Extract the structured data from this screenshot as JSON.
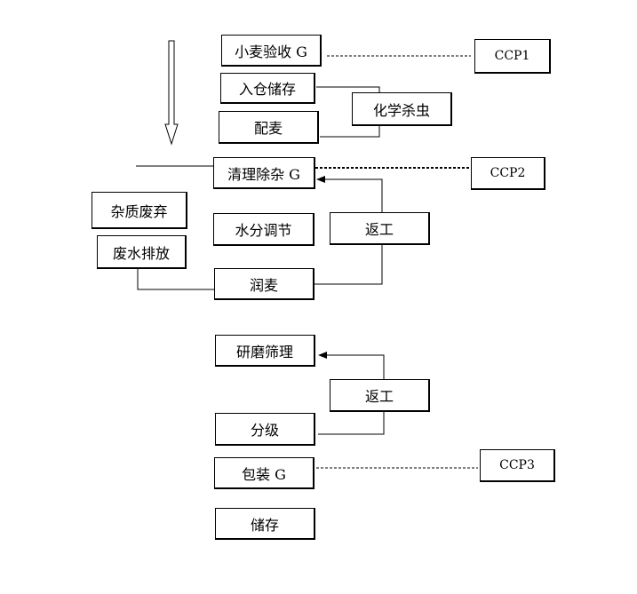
{
  "nodes": {
    "wheat_inspection": "小麦验收 G",
    "storage_in": "入仓储存",
    "chem_pest": "化学杀虫",
    "wheat_blend": "配麦",
    "cleaning": "清理除杂 G",
    "impurity_discard": "杂质废弃",
    "wastewater": "废水排放",
    "moisture": "水分调节",
    "rework_1": "返工",
    "tempering": "润麦",
    "milling": "研磨筛理",
    "rework_2": "返工",
    "grading": "分级",
    "packaging": "包装 G",
    "storage_final": "储存"
  },
  "ccp": {
    "ccp1": "CCP1",
    "ccp2": "CCP2",
    "ccp3": "CCP3"
  }
}
